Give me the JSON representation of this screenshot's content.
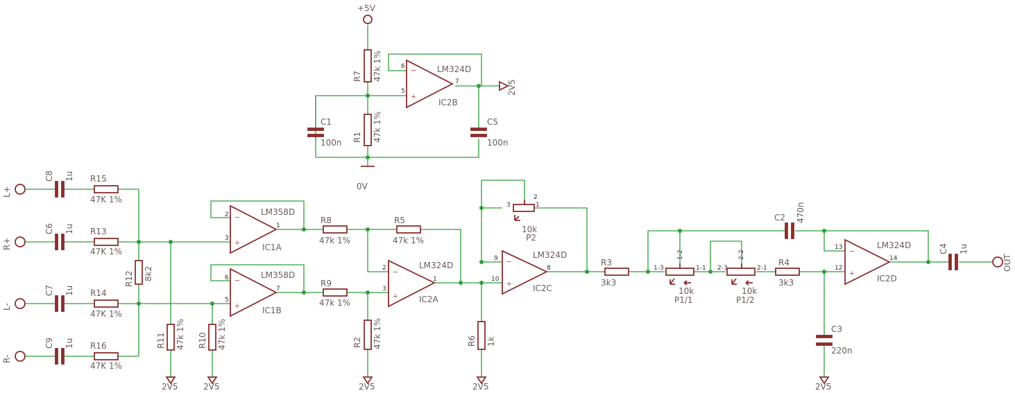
{
  "colors": {
    "wire": "#2e9e3a",
    "part": "#8b2e2e",
    "text": "#6b5b5b"
  },
  "labels": {
    "plus5v": "+5V",
    "zero_v": "0V",
    "v2v5": "2V5",
    "r7": "R7",
    "r7v": "47k 1%",
    "r1": "R1",
    "r1v": "47k 1%",
    "c1": "C1",
    "c1v": "100n",
    "c5": "C5",
    "c5v": "100n",
    "ic2b_part": "LM324D",
    "ic2b": "IC2B",
    "lp": "L+",
    "rp": "R+",
    "lm": "L-",
    "rm": "R-",
    "c8": "C8",
    "c8v": "1u",
    "c6": "C6",
    "c6v": "1u",
    "c7": "C7",
    "c7v": "1u",
    "c9": "C9",
    "c9v": "1u",
    "r15": "R15",
    "r15v": "47K 1%",
    "r13": "R13",
    "r13v": "47K 1%",
    "r14": "R14",
    "r14v": "47K 1%",
    "r16": "R16",
    "r16v": "47K 1%",
    "r12": "R12",
    "r12v": "8k2",
    "r11": "R11",
    "r11v": "47k 1%",
    "r10": "R10",
    "r10v": "47k 1%",
    "ic1a_part": "LM358D",
    "ic1a": "IC1A",
    "ic1b_part": "LM358D",
    "ic1b": "IC1B",
    "r8": "R8",
    "r8v": "47k 1%",
    "r9": "R9",
    "r9v": "47k 1%",
    "r5": "R5",
    "r5v": "47k 1%",
    "r2": "R2",
    "r2v": "47k 1%",
    "ic2a_part": "LM324D",
    "ic2a": "IC2A",
    "p2v": "10k",
    "p2": "P2",
    "ic2c_part": "LM324D",
    "ic2c": "IC2C",
    "r6": "R6",
    "r6v": "1k",
    "r3": "R3",
    "r3v": "3k3",
    "p11v": "10k",
    "p11": "P1/1",
    "p12v": "10k",
    "p12": "P1/2",
    "r4": "R4",
    "r4v": "3k3",
    "c2": "C2",
    "c2v": "470n",
    "c3": "C3",
    "c3v": "220n",
    "ic2d_part": "LM324D",
    "ic2d": "IC2D",
    "c4": "C4",
    "c4v": "1u",
    "out": "OUT"
  },
  "pins": {
    "ic2b_6": "6",
    "ic2b_5": "5",
    "ic2b_7": "7",
    "ic1a_2": "2",
    "ic1a_3": "3",
    "ic1a_1": "1",
    "ic1b_6": "6",
    "ic1b_5": "5",
    "ic1b_7": "7",
    "ic2a_2": "2",
    "ic2a_3": "3",
    "ic2a_1": "1",
    "ic2c_9": "9",
    "ic2c_10": "10",
    "ic2c_8": "8",
    "ic2d_13": "13",
    "ic2d_12": "12",
    "ic2d_14": "14",
    "p2_3": "3",
    "p2_2": "2",
    "p2_1": "1",
    "p11_13": "1-3",
    "p11_12": "1-2",
    "p11_11": "1-1",
    "p12_23": "2-3",
    "p12_22": "2-2",
    "p12_21": "2-1"
  }
}
